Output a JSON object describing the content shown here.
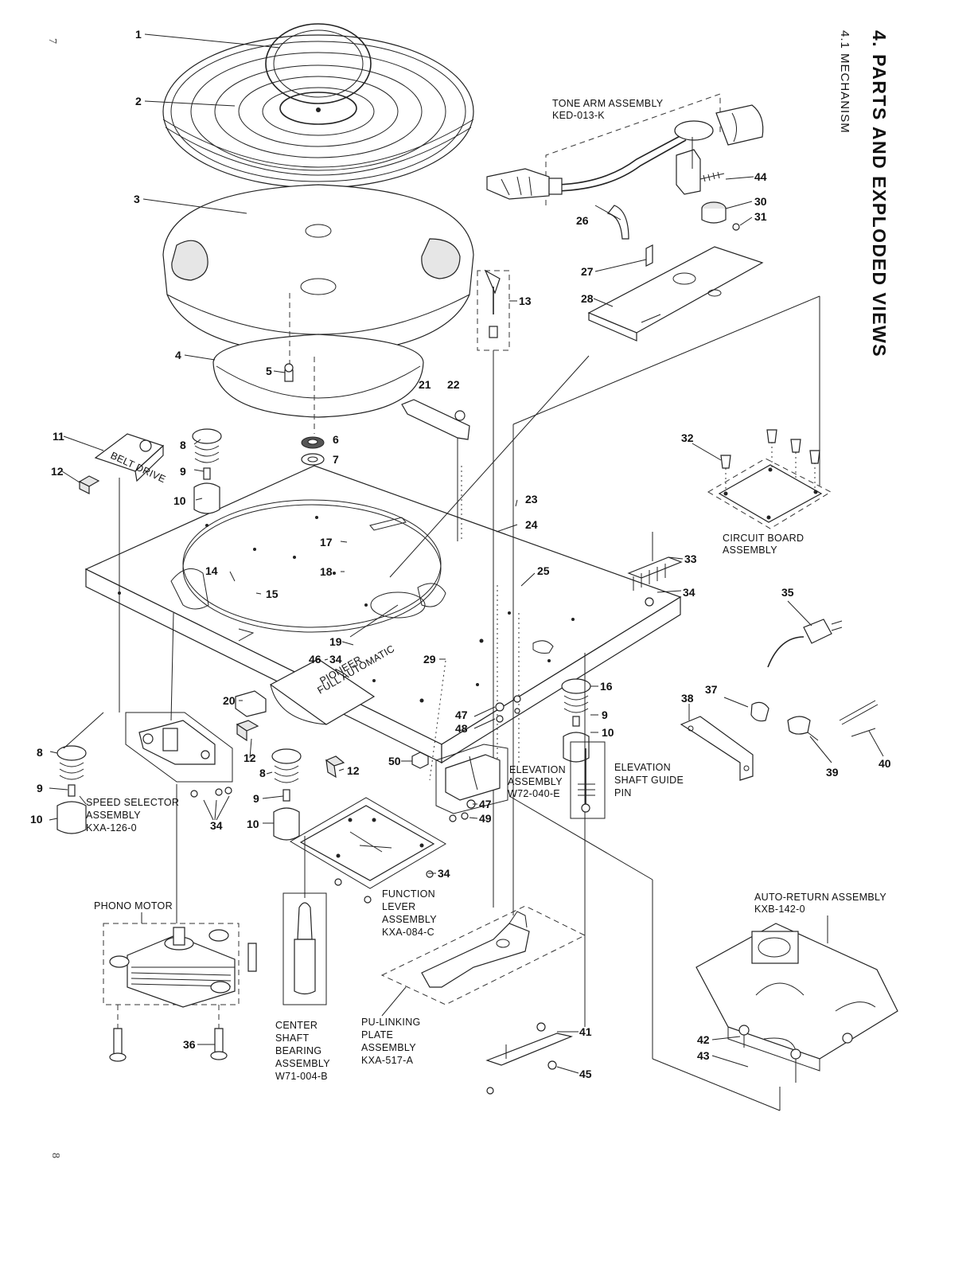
{
  "page": {
    "page_mark_top": "7",
    "page_mark_bottom": "8",
    "section_title": "4.  PARTS AND EXPLODED VIEWS",
    "subsection_title": "4.1  MECHANISM"
  },
  "assemblies": {
    "tone_arm": [
      "TONE ARM ASSEMBLY",
      "KED-013-K"
    ],
    "circuit_board": [
      "CIRCUIT BOARD",
      "ASSEMBLY"
    ],
    "speed_selector": [
      "SPEED SELECTOR",
      "ASSEMBLY",
      "KXA-126-0"
    ],
    "elevation": [
      "ELEVATION",
      "ASSEMBLY",
      "W72-040-E"
    ],
    "elevation_guide": [
      "ELEVATION",
      "SHAFT GUIDE",
      "PIN"
    ],
    "function_lever": [
      "FUNCTION",
      "LEVER",
      "ASSEMBLY",
      "KXA-084-C"
    ],
    "phono_motor": [
      "PHONO MOTOR"
    ],
    "center_shaft": [
      "CENTER",
      "SHAFT",
      "BEARING",
      "ASSEMBLY",
      "W71-004-B"
    ],
    "pu_linking": [
      "PU-LINKING",
      "PLATE",
      "ASSEMBLY",
      "KXA-517-A"
    ],
    "auto_return": [
      "AUTO-RETURN ASSEMBLY",
      "KXB-142-0"
    ]
  },
  "callouts": [
    "1",
    "2",
    "3",
    "4",
    "5",
    "6",
    "7",
    "8",
    "9",
    "10",
    "11",
    "12",
    "13",
    "14",
    "15",
    "16",
    "17",
    "18",
    "19",
    "20",
    "21",
    "22",
    "23",
    "24",
    "25",
    "26",
    "27",
    "28",
    "29",
    "30",
    "31",
    "32",
    "33",
    "34",
    "35",
    "36",
    "37",
    "38",
    "39",
    "40",
    "41",
    "42",
    "43",
    "44",
    "45",
    "46",
    "47",
    "48",
    "49",
    "50"
  ],
  "panel_text": {
    "belt_drive": "BELT DRIVE",
    "dial_brand": "PIONEER",
    "dial_sub": "FULL AUTOMATIC"
  }
}
